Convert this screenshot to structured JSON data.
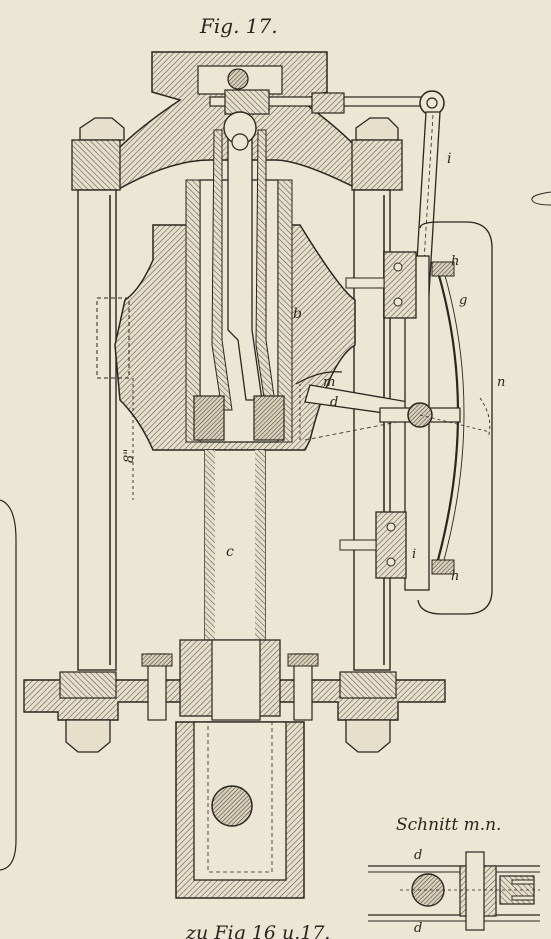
{
  "figure": {
    "title": "Fig. 17.",
    "section_title": "Schnitt m.n.",
    "footer": "zu Fig 16 u.17.",
    "dimension_mark": "8\""
  },
  "labels": {
    "i_top": "i",
    "i_bottom": "i",
    "h_top": "h",
    "h_bottom": "h",
    "g": "g",
    "b": "b",
    "c": "c",
    "m": "m",
    "d": "d",
    "n": "n",
    "section_d_top": "d",
    "section_d_bottom": "d"
  },
  "colors": {
    "paper": "#ece6d4",
    "ink": "#2a2620",
    "hatch": "#5a5246"
  }
}
